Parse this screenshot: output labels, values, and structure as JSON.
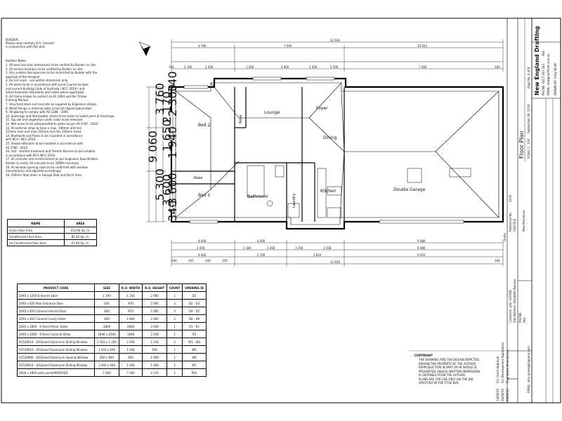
{
  "notes": {
    "title": "BUILDER,",
    "line1": "Please read carefully D.A. Consent",
    "line2": "in conjunction with this plan",
    "header": "Builders Notes",
    "items": [
      "1.  All level and plan dimensions to be verified by Builder on site.",
      "2.  All service locations to be verified by Builder on site.",
      "3.  Any evident discrepancies to be reconciled by Builder with the",
      "     approval of the designer.",
      "4.  Do not scale - use written dimension only.",
      "5.  All works to be in accordance with Local Council by-laws",
      "     and current Building Code of Australia ( NCC-2019 ) and",
      "     latest Australian Standards and codes where applicable.",
      "6.  All frame timber to conform to AS 1684 and the Timber",
      "     Framing Manual.",
      "7.  Structural steel and concrete as supplied by Engineers design.",
      "8.  Metal fixings in external walls to be hot dipped galvanised.",
      "9.  All glazing to comply with AS 1288 - 2006.",
      "10. Sewerage and Stormwater drains to be taken to lawful point of discharge.",
      "11. Top soil and vegetation under slabs to be removed.",
      "12. Wet areas to be waterproofed to water as per AS 3740 - 2010.",
      "13. All external steps to have a max. 190mm and min",
      "     115mm riser and max 335mm and min 240mm tread.",
      "14. Roof/walls and floors to be insulated in accordance",
      "     with BCA / NCC-2019.",
      "15. Smoke detectors to be installed in accordance with",
      "     AS 3786 - 2014.",
      "16. Anti - termite treatment and Termite Barriers to be installed",
      "     in accordance with BCA /NCC-2019.",
      "17. All concrete and reinforcement as per Engineers Specification.",
      "     Builder to verify. All concrete to be 32MPa minimum.",
      "18. All window opening sizes to be confirmed with window",
      "     manufacturer and adjusted accordingly.",
      "19. 100mm Step down in Garage Slab and Porch Area."
    ]
  },
  "area_table": {
    "headers": [
      "NAME",
      "AREA"
    ],
    "rows": [
      [
        "Gross Floor Area",
        "153.06 Sq. m."
      ],
      [
        "Conditioned Floor Area",
        "85.44 Sq. m."
      ],
      [
        "Un-Conditioned Floor Area",
        "67.68 Sq. m."
      ]
    ]
  },
  "schedule": {
    "headers": [
      "PRODUCT CODE",
      "SIZE",
      "R.O. WIDTH",
      "R.O. HEIGHT",
      "COUNT",
      "OPENING ID"
    ],
    "rows": [
      [
        "2040 x 1200 Entrance Door",
        "1 200",
        "1 250",
        "2 085",
        "1",
        "D1"
      ],
      [
        "2040 x 820 Rear Entrance Door",
        "820",
        "870",
        "2 085",
        "2",
        "D2 - D3"
      ],
      [
        "2040 x 820 Colonial Internal Door",
        "820",
        "870",
        "2 085",
        "4",
        "D4 - D7"
      ],
      [
        "2040 x 820 Colonial Cavity Slider",
        "820",
        "1 840",
        "2 085",
        "2",
        "D8 - D9"
      ],
      [
        "2040 x 2800 - 4 Panel Mirror Slider",
        "2800",
        "2800",
        "2 040",
        "1",
        "R1 - R1"
      ],
      [
        "2040 x 2000 - 4 Panel Colonial Slider",
        "1846 x 2040",
        "1848",
        "2 040",
        "1",
        "R2"
      ],
      [
        "A1520614 - D/Glazed Aluminium Sliding Window",
        "2 410 x 1 200",
        "2 456",
        "1 236",
        "4",
        "W1 - W4"
      ],
      [
        "A1520610 - D/Glazed Aluminium Sliding Window",
        "1 450 x 600",
        "1 456",
        "636",
        "1",
        "W5"
      ],
      [
        "A1520906 - D/Glazed Aluminium Awning Window",
        "850 x 944",
        "856",
        "1 000",
        "1",
        "W6"
      ],
      [
        "A1520914 - D/Glazed Aluminium Sliding Window",
        "1 400 x 944",
        "1 456",
        "1 000",
        "1",
        "W7"
      ],
      [
        "3000 x 4890 wide panel/MODIFIED",
        "7 000",
        "7 000",
        "2 135",
        "1",
        "PD1"
      ]
    ]
  },
  "plan": {
    "rooms": {
      "bed2": "Bed 2",
      "robe1": "Robe",
      "robe2": "Robe",
      "bed1": "Bed 1",
      "lounge": "Lounge",
      "foyer": "Foyer",
      "dining": "Dining",
      "kitchen": "Kitchen",
      "laundry": "Laundry",
      "bathroom": "Bathroom",
      "garage": "Double Garage"
    },
    "dims_top": {
      "overall": "22 630",
      "l1": "4 790",
      "l2": "7 000",
      "l3": "10 650",
      "s1": "340",
      "s2": "2 190",
      "s3": "2 456",
      "s4": "1 456",
      "s5": "2 850",
      "s6": "1 456",
      "s7": "2 500",
      "s8": "7 000",
      "s9": "340"
    },
    "dims_bottom": {
      "overall": "22 630",
      "a1": "4 600",
      "a2": "4 600",
      "a3": "9 480",
      "b1": "2 456",
      "b2": "1 184",
      "b3": "1 456",
      "b4": "1 258",
      "b5": "1 058",
      "b6": "9 480",
      "c1": "4 600",
      "c2": "2 700",
      "c3": "2 810",
      "c4": "9 450",
      "d1": "340",
      "d2": "105",
      "d3": "340",
      "d4": "105",
      "d5": "340"
    },
    "dims_left": {
      "overall": "9 060",
      "l1": "3 760",
      "l2": "5 300",
      "l3": "1 650",
      "l4": "2 170",
      "l5": "3 600",
      "s1": "340",
      "s2": "2 300",
      "s3": "1 940",
      "s4": "3 600",
      "s5": "340"
    }
  },
  "copyright": {
    "title": "COPYRIGHT",
    "lines": [
      "THE DRAWING AND THE DESIGN DEPICTED",
      "REMAIN THE PROPERTY OF THE AUTHOR.",
      "REPRODUCTION IN PART OR IN WHOLE IS",
      "PROHIBITED UNLESS WRITTEN PERMISSION",
      "IS OBTAINED FROM THE AUTHOR.",
      "PLANS ARE FOR USE ONLY ON THE JOB",
      "SPECIFIED IN THE TITLE BOX."
    ]
  },
  "title_block": {
    "company": "New England Drafting",
    "phone": "PHONE: 0417-303 343",
    "fax": "FAX:",
    "email": "EMAIL: ned@northnet.com.au",
    "drawing_title": "Floor Plan",
    "scale": "SCALE 1 : 100",
    "date": "September 08, 2019",
    "page": "Page No. 4 of 8",
    "drawn": "DRAWN BY: Greg SELBY",
    "reference": "Reference No.",
    "ref_no": "2019",
    "cad_file": "CAD FILE",
    "job": "New Residence",
    "customer": "Customer: John GOODE",
    "site": "Site Address: Elizabeth Avenue",
    "locality": "Uralla",
    "phone2": "PHONE:",
    "fax2": "FAX:",
    "email2": "EMAIL: john.goode@bigpond.com",
    "revisions": [
      {
        "date": "14/08/19",
        "desc": "For Client Approval"
      },
      {
        "date": "26/08/19",
        "desc": "For Development Application"
      },
      {
        "date": "09/09/19",
        "desc": "Final Notes Amendment"
      }
    ]
  }
}
